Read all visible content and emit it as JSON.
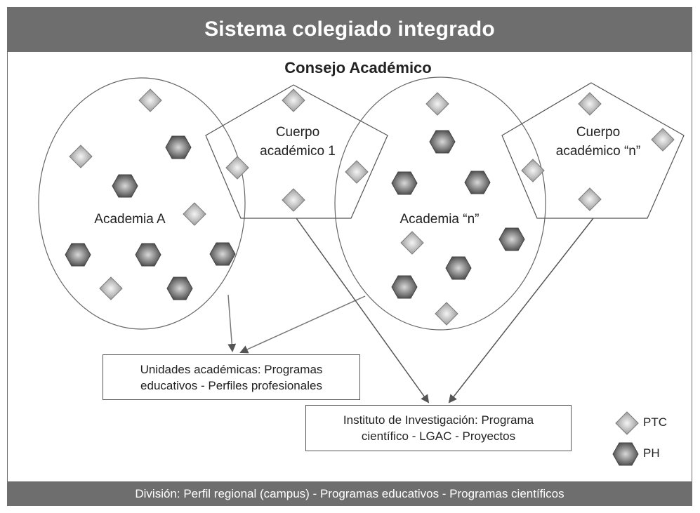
{
  "header": {
    "title": "Sistema colegiado integrado"
  },
  "council": {
    "title": "Consejo Académico"
  },
  "academies": [
    {
      "label": "Academia A"
    },
    {
      "label": "Academia “n”"
    }
  ],
  "bodies": [
    {
      "line1": "Cuerpo",
      "line2": "académico 1"
    },
    {
      "line1": "Cuerpo",
      "line2": "académico “n”"
    }
  ],
  "boxes": {
    "units": {
      "line1": "Unidades académicas: Programas",
      "line2": "educativos - Perfiles profesionales"
    },
    "institute": {
      "line1": "Instituto de Investigación: Programa",
      "line2": "científico - LGAC - Proyectos"
    }
  },
  "legend": [
    {
      "icon": "diamond-icon",
      "label": "PTC"
    },
    {
      "icon": "hexagon-icon",
      "label": "PH"
    }
  ],
  "footer": {
    "text": "División: Perfil regional (campus) - Programas educativos - Programas científicos"
  }
}
